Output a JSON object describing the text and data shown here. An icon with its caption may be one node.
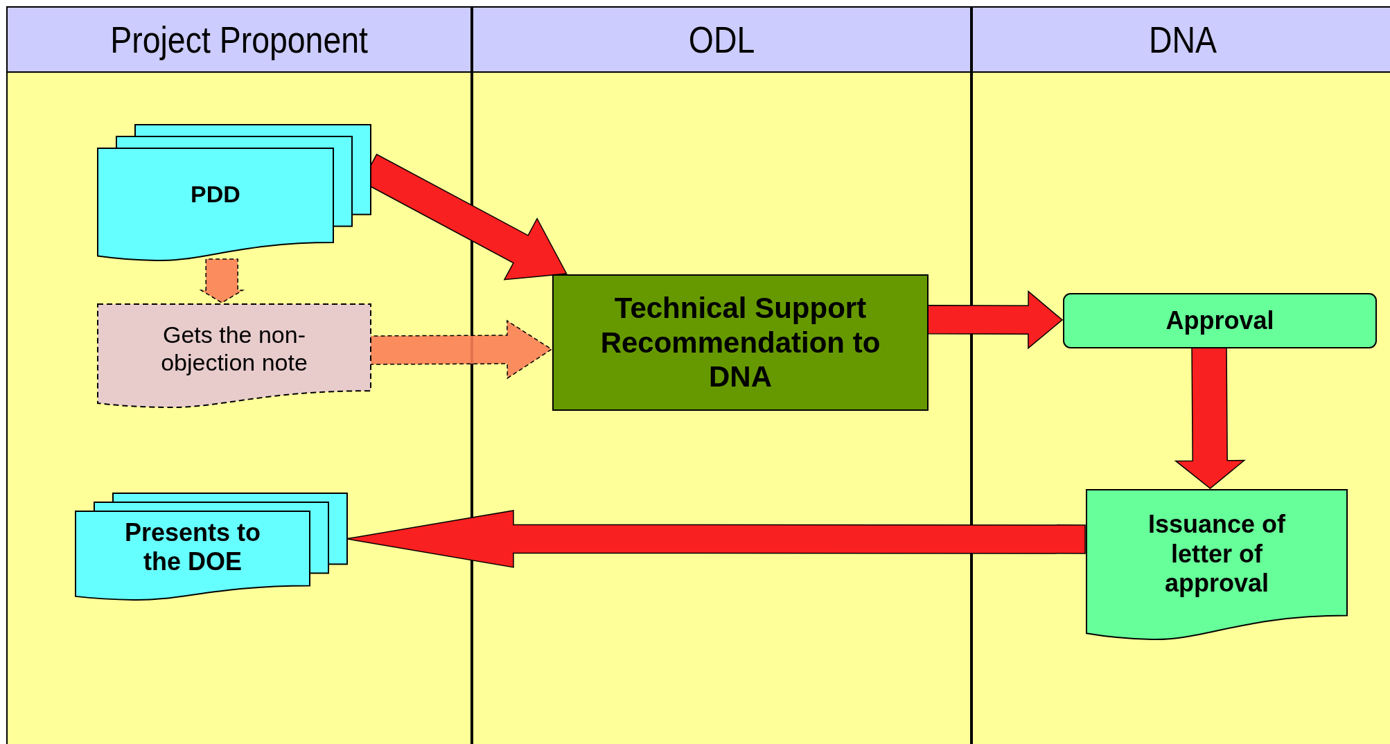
{
  "diagram": {
    "nodes": [
      {
        "text": [
          "Project Proponent"
        ]
      },
      {
        "text": [
          "ODL"
        ]
      },
      {
        "text": [
          "DNA"
        ]
      },
      {
        "text": [
          "PDD"
        ],
        "in": 0
      },
      {
        "text": [
          "Gets the non-objection note"
        ],
        "in": 0
      },
      {
        "text": [
          "Technical Support Recommendation to DNA"
        ],
        "in": 1
      },
      {
        "text": [
          "Approval"
        ],
        "in": 2
      },
      {
        "text": [
          "Issuance of letter of approval"
        ],
        "in": 2
      },
      {
        "text": [
          "Presents to the DOE"
        ],
        "in": 0
      }
    ],
    "edges": [
      {
        "from": 3,
        "to": 5,
        "arrow": "to"
      },
      {
        "from": 3,
        "to": 4,
        "arrow": "to",
        "style": "dashed",
        "color": "#f98058"
      },
      {
        "from": 4,
        "to": 5,
        "arrow": "to",
        "style": "dashed",
        "color": "#f98058"
      },
      {
        "from": 5,
        "to": 6,
        "arrow": "to"
      },
      {
        "from": 6,
        "to": 7,
        "arrow": "to"
      },
      {
        "from": 7,
        "to": 8,
        "arrow": "to"
      }
    ]
  }
}
